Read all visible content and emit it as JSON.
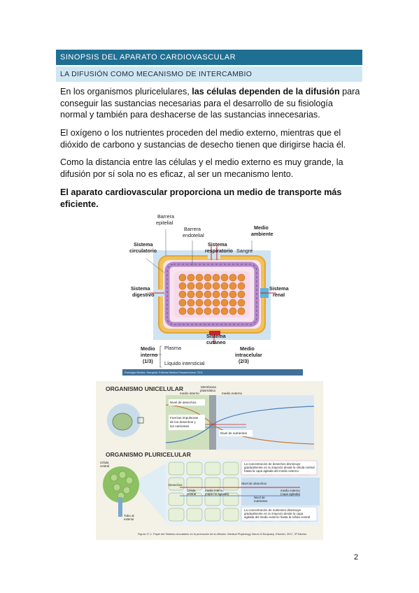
{
  "header": {
    "section_title": "SINOPSIS DEL APARATO CARDIOVASCULAR",
    "subsection_title": "LA DIFUSIÓN COMO MECANISMO DE INTERCAMBIO"
  },
  "body": {
    "p1_before": "En los organismos pluricelulares, ",
    "p1_bold": "las células dependen de la difusión",
    "p1_after": " para conseguir las sustancias necesarias para el desarrollo de su fisiología normal y también para deshacerse de las sustancias innecesarias.",
    "p2": "El oxígeno o los nutrientes proceden del medio externo, mientras que el dióxido de carbono y sustancias de desecho tienen que dirigirse hacia él.",
    "p3": "Como la distancia entre las células y el medio externo es muy grande, la difusión por sí sola no es eficaz, al ser un mecanismo lento.",
    "p4": "El aparato cardiovascular proporciona un medio de transporte más eficiente."
  },
  "figure1": {
    "labels": {
      "barrera_epitelial_1": "Barrera",
      "barrera_epitelial_2": "epitelial",
      "barrera_endotelial_1": "Barrera",
      "barrera_endotelial_2": "endotelial",
      "medio_ambiente_1": "Medio",
      "medio_ambiente_2": "ambiente",
      "sistema_circulatorio_1": "Sistema",
      "sistema_circulatorio_2": "circulatorio",
      "sistema_respiratorio_1": "Sistema",
      "sistema_respiratorio_2": "respiratorio",
      "sangre": "Sangre",
      "sistema_digestivo_1": "Sistema",
      "sistema_digestivo_2": "digestivo",
      "sistema_renal_1": "Sistema",
      "sistema_renal_2": "renal",
      "sistema_cutaneo_1": "Sistema",
      "sistema_cutaneo_2": "cutáneo",
      "medio_interno_1": "Medio",
      "medio_interno_2": "interno",
      "medio_interno_3": "(1/3)",
      "plasma": "Plasma",
      "liquido_intersticial": "Líquido intersticial",
      "medio_intracelular_1": "Medio",
      "medio_intracelular_2": "intracelular",
      "medio_intracelular_3": "(2/3)"
    },
    "caption": "Fisiología Médica. Mezquita. Editorial Médica Panamericana. 2011"
  },
  "figure2": {
    "labels": {
      "unicelular_title": "ORGANISMO UNICELULAR",
      "membrana_1": "Membrana",
      "membrana_2": "plasmática",
      "medio_interno": "medio interno",
      "medio_externo": "medio externo",
      "nivel_desechos": "Nivel de desechos",
      "fuerzas_1": "Fuerzas impulsoras",
      "fuerzas_2": "de los desechos y",
      "fuerzas_3": "los nutrientes",
      "nivel_nutrientes": "Nivel de nutrientes",
      "pluricelular_title": "ORGANISMO PLURICELULAR",
      "celula_central_1": "Célula",
      "celula_central_2": "central",
      "desechos": "Desechos",
      "celula_central_b1": "Célula",
      "celula_central_b2": "central",
      "medio_interno_b1": "medio interno",
      "medio_interno_b2": "(capa no agitada)",
      "nivel_desechos_b": "Nivel de desechos",
      "nivel_nutrientes_b1": "Nivel de",
      "nivel_nutrientes_b2": "nutrientes",
      "medio_externo_b1": "medio externo",
      "medio_externo_b2": "(capa agitada)",
      "conc_desechos_1": "La concentración de desechos disminuye",
      "conc_desechos_2": "gradualmente en su trayecto desde la célula central",
      "conc_desechos_3": "hasta la capa agitada del medio externo",
      "conc_nutrientes_1": "La concentración de nutrientes disminuye",
      "conc_nutrientes_2": "gradualmente en su trayecto desde la capa",
      "conc_nutrientes_3": "agitada del medio externo hasta la célula central",
      "tubo_1": "Tubo al",
      "tubo_2": "exterior"
    },
    "caption": "Figura 17-1. Papel del Sistema circulatorio en la promoción de la difusión. Medical Physiology. Boron & Boulpaep. Elsevier, 2017, 3ª Edición."
  },
  "page_number": "2",
  "colors": {
    "header_dark": "#1f6f93",
    "header_light": "#cfe7f3",
    "figure_blue": "#4a86c5",
    "cell_orange": "#e9a64a",
    "vessel_purple": "#9b6fb1",
    "arrow_red": "#c8232c"
  }
}
